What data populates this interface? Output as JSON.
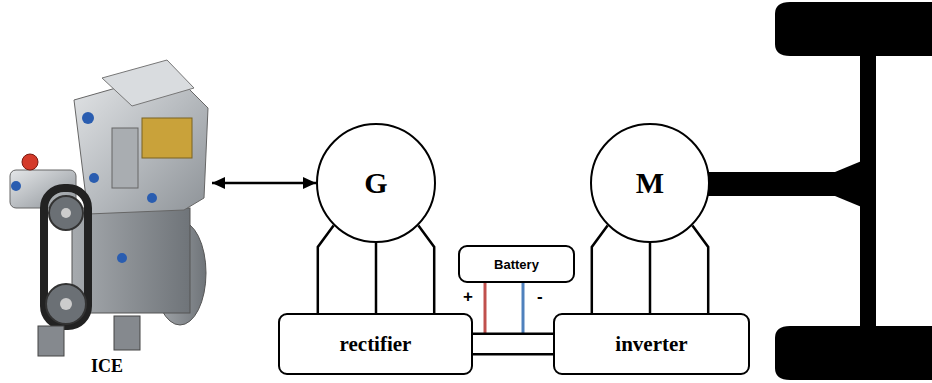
{
  "diagram": {
    "nodes": [
      {
        "text": [
          "ICE"
        ]
      },
      {
        "text": [
          "G"
        ]
      },
      {
        "text": [
          "M"
        ]
      },
      {
        "text": [
          "Battery"
        ]
      },
      {
        "text": [
          "rectifier"
        ]
      },
      {
        "text": [
          "inverter"
        ]
      }
    ],
    "edges": [
      {
        "from": 0,
        "to": 1,
        "arrow": "both"
      },
      {
        "from": 1,
        "to": 4,
        "arrow": "none"
      },
      {
        "from": 1,
        "to": 4,
        "arrow": "none"
      },
      {
        "from": 1,
        "to": 4,
        "arrow": "none"
      },
      {
        "from": 2,
        "to": 5,
        "arrow": "none"
      },
      {
        "from": 2,
        "to": 5,
        "arrow": "none"
      },
      {
        "from": 2,
        "to": 5,
        "arrow": "none"
      },
      {
        "from": 4,
        "to": 5,
        "arrow": "none"
      },
      {
        "from": 4,
        "to": 5,
        "arrow": "none"
      }
    ],
    "labels": [
      "+",
      "-"
    ]
  }
}
